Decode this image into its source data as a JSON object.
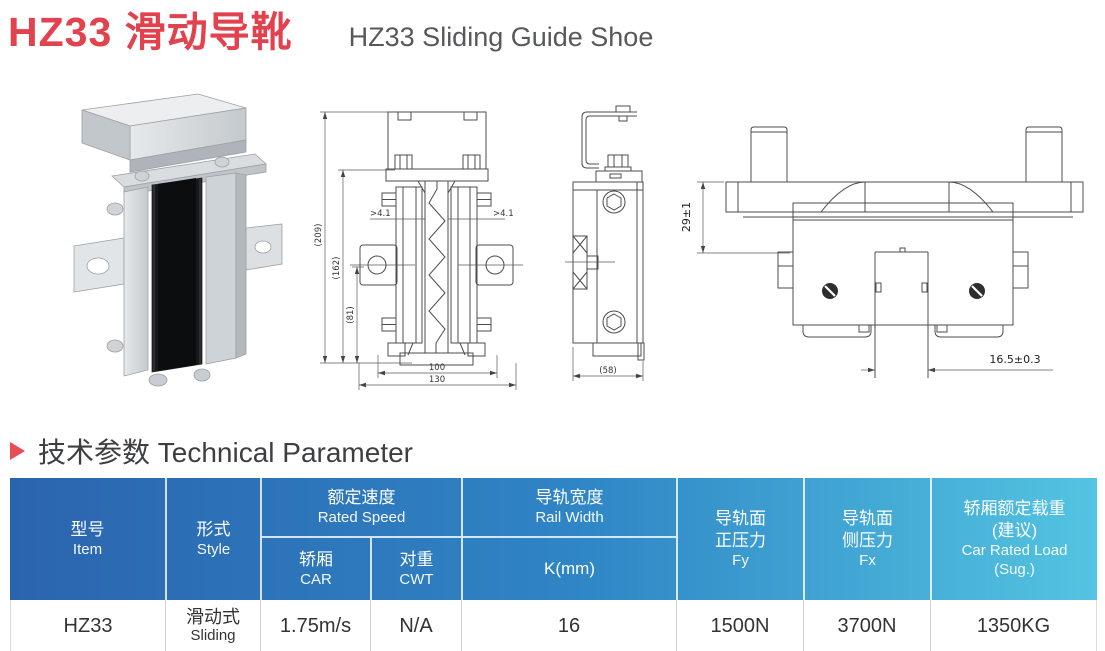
{
  "page": {
    "title_cn": "HZ33 滑动导靴",
    "title_en": "HZ33 Sliding Guide Shoe"
  },
  "section": {
    "label": "技术参数 Technical Parameter"
  },
  "drawings": {
    "front_view": {
      "dim_overall_height": "(209)",
      "dim_mid_height": "(162)",
      "dim_lower_height": "(81)",
      "dim_inner_width": "100",
      "dim_outer_width": "130",
      "weld_left": ">4.1",
      "weld_right": ">4.1"
    },
    "side_view": {
      "dim_depth": "(58)"
    },
    "top_view": {
      "dim_height": "29±1",
      "dim_slot_width": "16.5±0.3"
    }
  },
  "table": {
    "header": {
      "item_cn": "型号",
      "item_en": "Item",
      "style_cn": "形式",
      "style_en": "Style",
      "speed_cn": "额定速度",
      "speed_en": "Rated Speed",
      "car_cn": "轿厢",
      "car_en": "CAR",
      "cwt_cn": "对重",
      "cwt_en": "CWT",
      "rail_cn": "导轨宽度",
      "rail_en": "Rail Width",
      "rail_unit": "K(mm)",
      "fy_cn1": "导轨面",
      "fy_cn2": "正压力",
      "fy_en": "Fy",
      "fx_cn1": "导轨面",
      "fx_cn2": "侧压力",
      "fx_en": "Fx",
      "load_cn1": "轿厢额定载重",
      "load_cn2": "(建议)",
      "load_en1": "Car Rated Load",
      "load_en2": "(Sug.)"
    },
    "row": {
      "item": "HZ33",
      "style_cn": "滑动式",
      "style_en": "Sliding",
      "car_speed": "1.75m/s",
      "cwt_speed": "N/A",
      "rail_width": "16",
      "fy": "1500N",
      "fx": "3700N",
      "load": "1350KG"
    }
  },
  "colors": {
    "title_red": "#e2414e",
    "header_gradient_left": "#2b64ae",
    "header_gradient_right": "#53c4e1",
    "item_blue": "#45b6e2"
  }
}
